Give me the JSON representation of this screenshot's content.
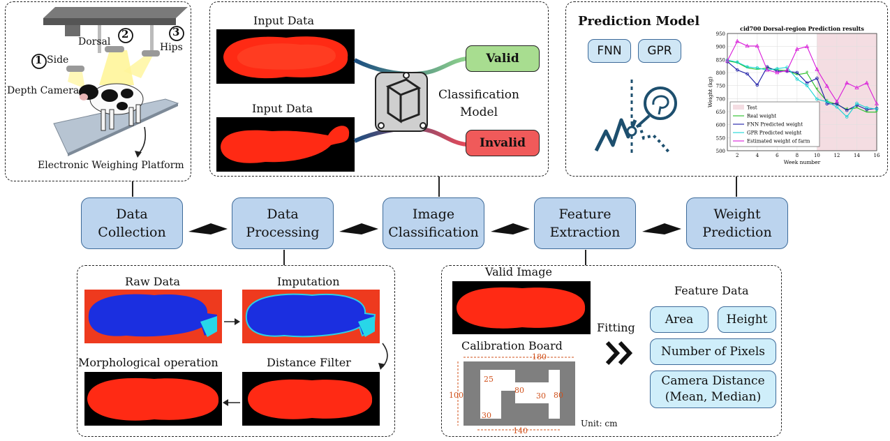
{
  "collection": {
    "labels": [
      "Side",
      "Dorsal",
      "Hips",
      "Depth Camera",
      "Electronic Weighing Platform"
    ],
    "numbers": [
      "1",
      "2",
      "3"
    ]
  },
  "classification": {
    "input_label_1": "Input Data",
    "input_label_2": "Input Data",
    "model_label": "Classification\nModel",
    "valid": "Valid",
    "invalid": "Invalid",
    "valid_color": "#a8dd90",
    "invalid_color": "#f05a5a"
  },
  "prediction": {
    "title": "Prediction Model",
    "models": [
      "FNN",
      "GPR"
    ]
  },
  "steps": [
    {
      "label": "Data\nCollection"
    },
    {
      "label": "Data\nProcessing"
    },
    {
      "label": "Image\nClassification"
    },
    {
      "label": "Feature\nExtraction"
    },
    {
      "label": "Weight\nPrediction"
    }
  ],
  "processing": {
    "raw": "Raw Data",
    "imputation": "Imputation",
    "morph": "Morphological operation",
    "distance": "Distance Filter"
  },
  "extraction": {
    "valid_image": "Valid Image",
    "calibration": "Calibration Board",
    "fitting": "Fitting",
    "feature_title": "Feature Data",
    "features": [
      "Area",
      "Height",
      "Number of Pixels",
      "Camera Distance\n(Mean, Median)"
    ],
    "dims": [
      "180",
      "100",
      "25",
      "80",
      "30",
      "80",
      "30",
      "140"
    ],
    "unit": "Unit: cm"
  },
  "chart_data": {
    "type": "line",
    "title": "cid700 Dorsal-region Prediction results",
    "xlabel": "Week number",
    "ylabel": "Weight (kg)",
    "xlim": [
      1,
      16
    ],
    "ylim": [
      500,
      950
    ],
    "xticks": [
      2,
      4,
      6,
      8,
      10,
      12,
      14,
      16
    ],
    "yticks": [
      500,
      550,
      600,
      650,
      700,
      750,
      800,
      850,
      900,
      950
    ],
    "test_region": [
      10,
      16
    ],
    "legend": "bottom-left",
    "series": [
      {
        "name": "Test",
        "color": "#f4dde2",
        "values": []
      },
      {
        "name": "Real weight",
        "color": "#22c022",
        "marker": "*",
        "x": [
          1,
          2,
          3,
          4,
          5,
          6,
          7,
          8,
          9,
          10,
          11,
          12,
          13,
          14,
          15,
          16
        ],
        "y": [
          845,
          838,
          818,
          812,
          818,
          810,
          808,
          792,
          798,
          735,
          690,
          678,
          658,
          665,
          648,
          648
        ]
      },
      {
        "name": "FNN Predicted weight",
        "color": "#1a1aa6",
        "marker": "o",
        "x": [
          1,
          2,
          3,
          4,
          5,
          6,
          7,
          8,
          9,
          10,
          11,
          12,
          13,
          14,
          15,
          16
        ],
        "y": [
          842,
          810,
          795,
          752,
          822,
          805,
          805,
          800,
          760,
          778,
          680,
          680,
          655,
          675,
          658,
          662
        ]
      },
      {
        "name": "GPR Predicted weight",
        "color": "#19d4d4",
        "marker": "o",
        "x": [
          1,
          2,
          3,
          4,
          5,
          6,
          7,
          8,
          9,
          10,
          11,
          12,
          13,
          14,
          15,
          16
        ],
        "y": [
          848,
          840,
          822,
          818,
          810,
          815,
          820,
          775,
          750,
          698,
          688,
          668,
          630,
          682,
          665,
          660
        ]
      },
      {
        "name": "Estimated weight of farm",
        "color": "#d91ad9",
        "marker": "^",
        "x": [
          1,
          2,
          3,
          4,
          5,
          6,
          7,
          8,
          9,
          10,
          11,
          12,
          13,
          14,
          15,
          16
        ],
        "y": [
          845,
          920,
          902,
          902,
          810,
          800,
          808,
          890,
          900,
          812,
          748,
          688,
          760,
          742,
          760,
          680
        ]
      }
    ]
  }
}
